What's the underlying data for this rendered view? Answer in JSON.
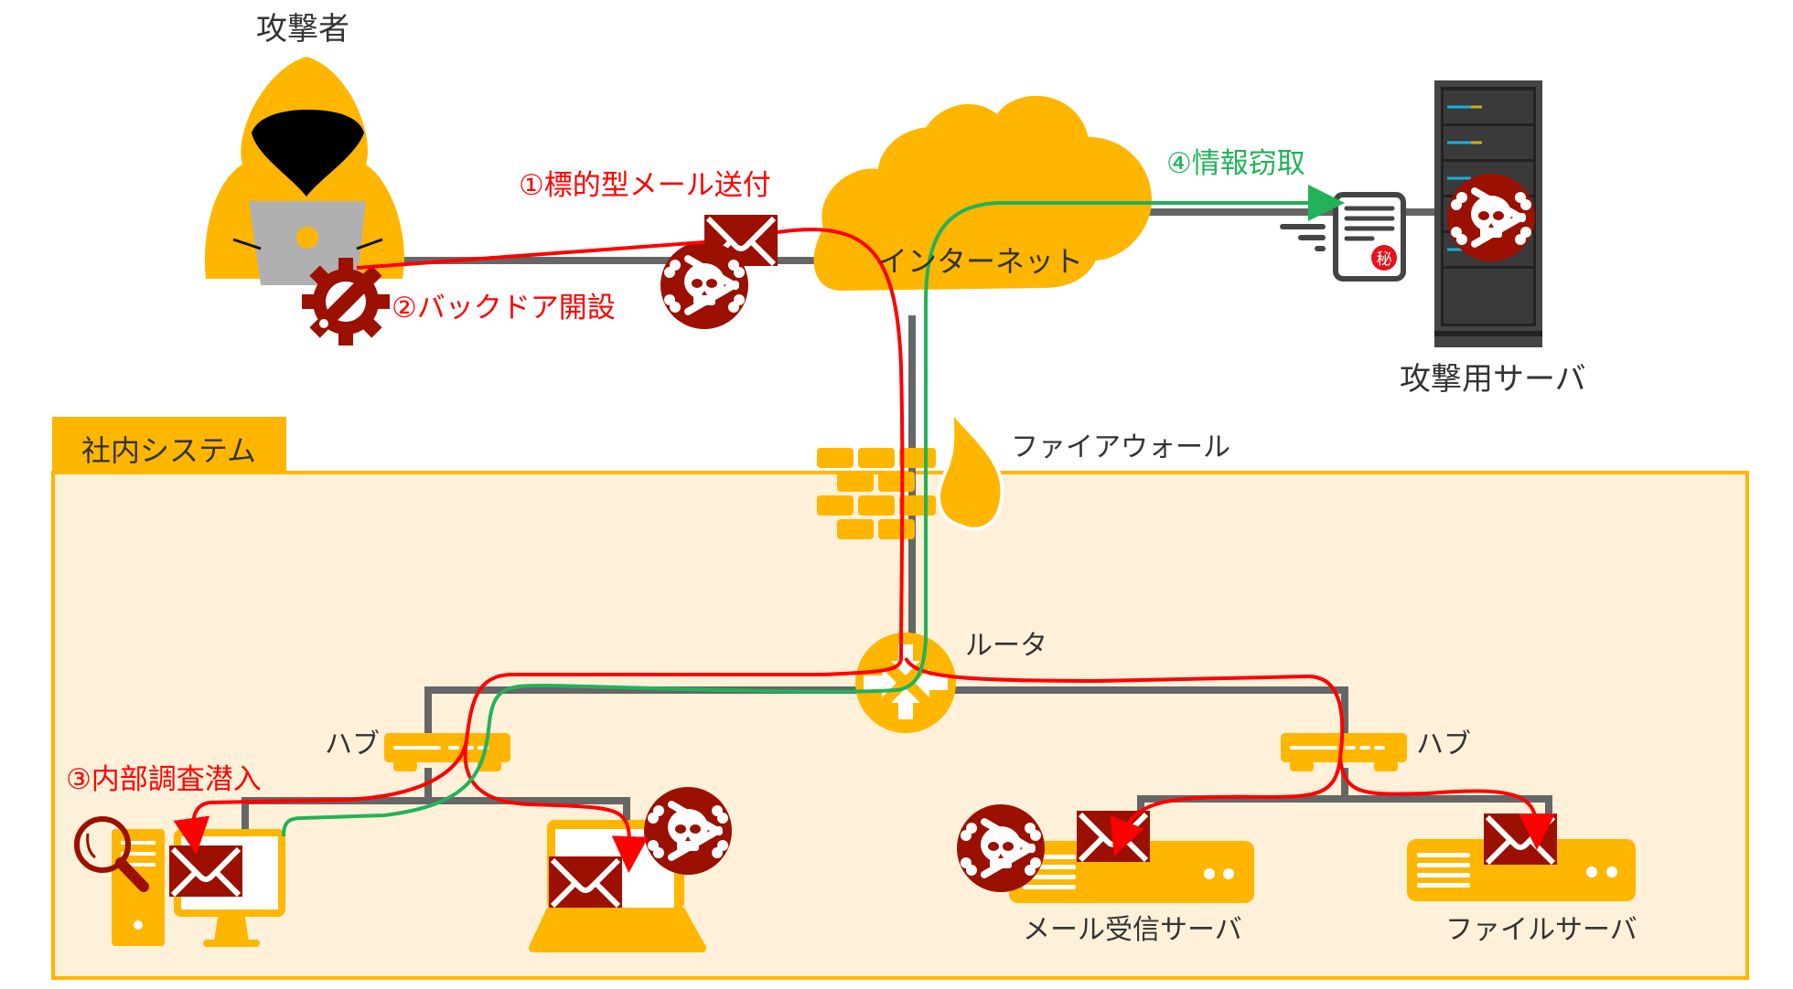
{
  "colors": {
    "accent": "#ffb600",
    "zone_fill": "#fff0d9",
    "cable": "#666666",
    "attack_path": "#ff0000",
    "exfil_path": "#22b25a",
    "malware": "#9b1000",
    "text": "#333333"
  },
  "title_labels": {
    "attacker": "攻撃者",
    "attack_server": "攻撃用サーバ",
    "internet": "インターネット",
    "firewall": "ファイアウォール",
    "router": "ルータ",
    "hub_left": "ハブ",
    "hub_right": "ハブ",
    "mail_server": "メール受信サーバ",
    "file_server": "ファイルサーバ"
  },
  "zone": {
    "label": "社内システム"
  },
  "steps": [
    {
      "id": 1,
      "label": "①標的型メール送付",
      "color": "red"
    },
    {
      "id": 2,
      "label": "②バックドア開設",
      "color": "red"
    },
    {
      "id": 3,
      "label": "③内部調査潜入",
      "color": "red"
    },
    {
      "id": 4,
      "label": "④情報窃取",
      "color": "green"
    }
  ],
  "document": {
    "stamp": "秘"
  },
  "icons": {
    "attacker": "hooded-hacker-icon",
    "gear": "gear-wrench-icon",
    "mail": "envelope-icon",
    "malware": "skull-crossbones-icon",
    "cloud": "cloud-icon",
    "firewall": "brick-wall-flame-icon",
    "router": "router-arrows-icon",
    "hub": "hub-icon",
    "desktop": "desktop-pc-icon",
    "laptop": "laptop-icon",
    "server": "rack-server-icon",
    "search": "magnifier-icon",
    "secret_doc": "confidential-document-icon"
  }
}
